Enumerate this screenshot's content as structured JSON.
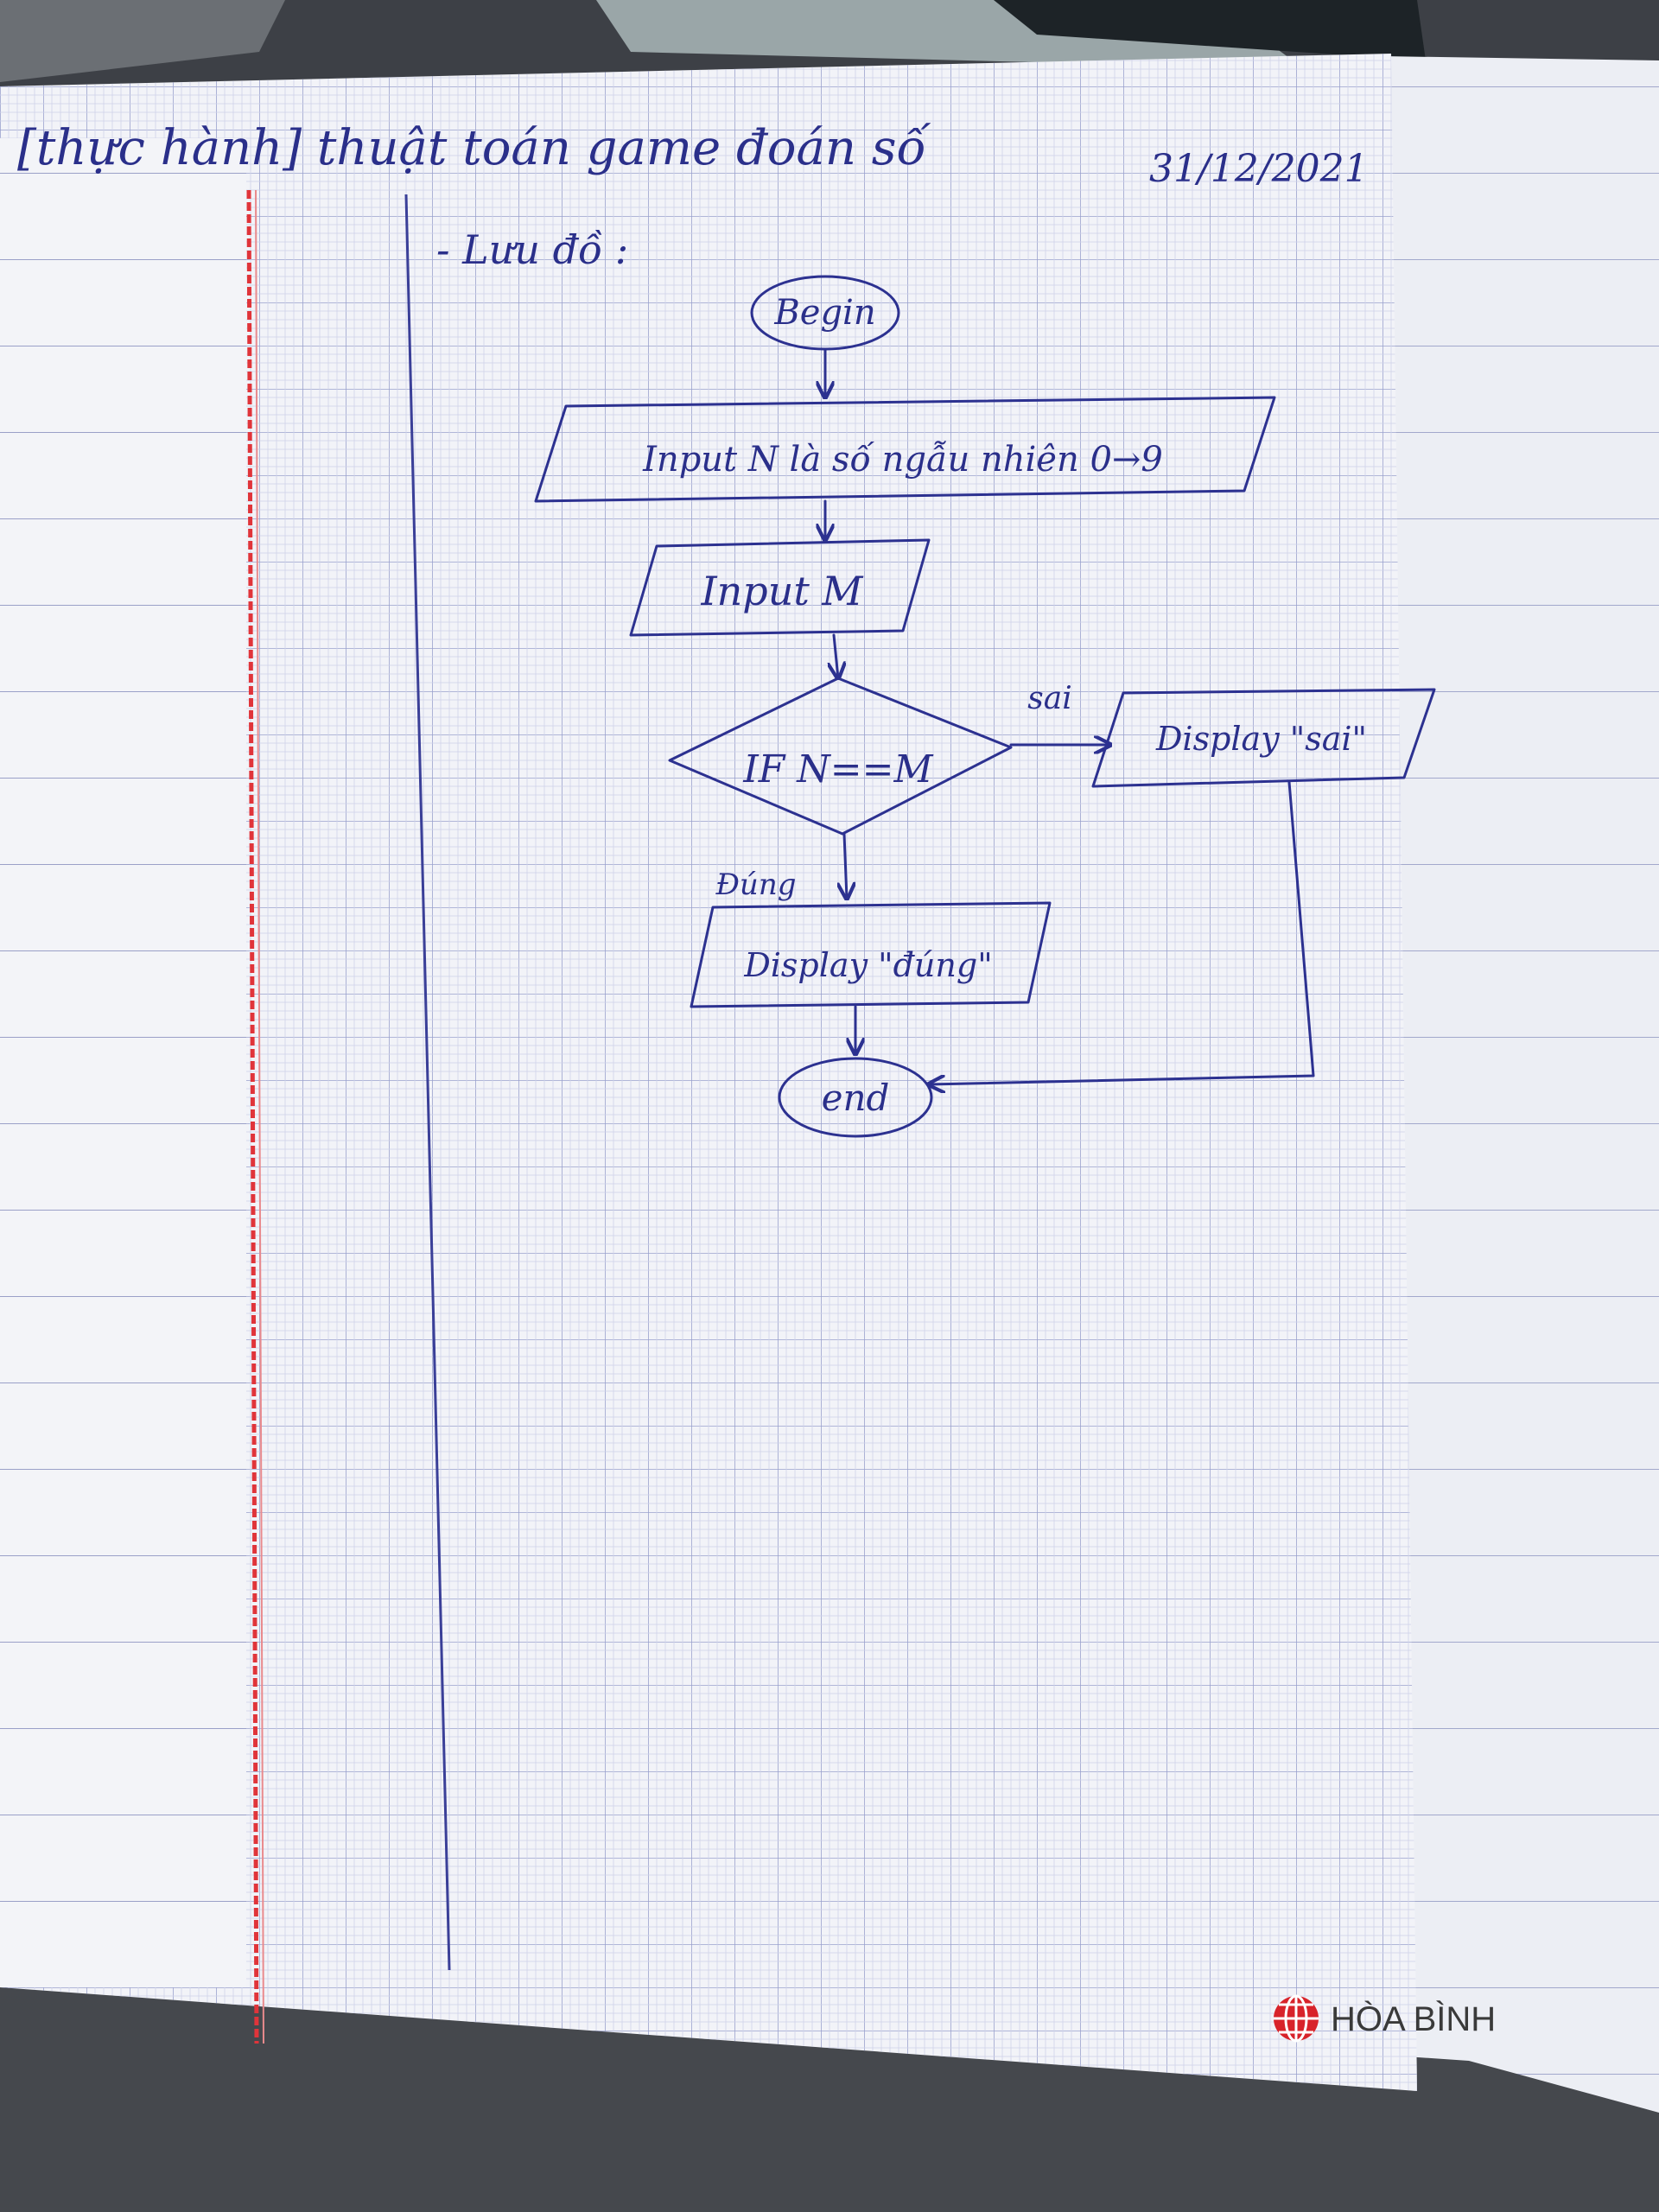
{
  "page": {
    "heading": "[thực hành] thuật toán game đoán số",
    "date": "31/12/2021",
    "section_label": "- Lưu đồ :"
  },
  "flowchart": {
    "begin": "Begin",
    "input_n": "Input N là số ngẫu nhiên 0→9",
    "input_m": "Input M",
    "decision": "IF N==M",
    "false_label": "sai",
    "true_label": "Đúng",
    "display_false": "Display \"sai\"",
    "display_true": "Display \"đúng\"",
    "end": "end"
  },
  "brand": {
    "name": "HÒA BÌNH",
    "color": "#d8232a"
  },
  "colors": {
    "ink": "#2c3190",
    "grid": "#8a93c6",
    "margin_line": "#e0343a",
    "paper": "#f2f3f8"
  }
}
